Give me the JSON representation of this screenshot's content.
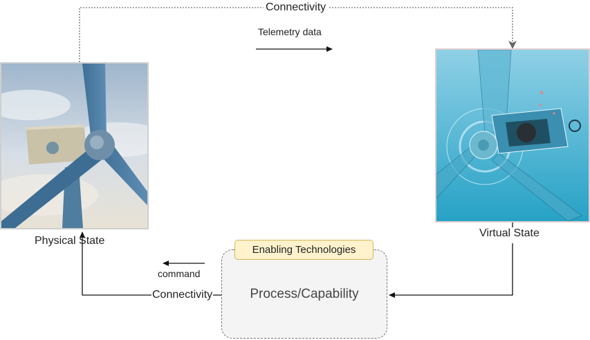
{
  "top_connection": {
    "label": "Connectivity"
  },
  "telemetry": {
    "label": "Telemetry data"
  },
  "physical": {
    "label": "Physical State",
    "image": "wind-turbine-photo"
  },
  "virtual": {
    "label": "Virtual State",
    "image": "digital-twin-turbine-render"
  },
  "command": {
    "label": "command"
  },
  "bottom_connection": {
    "label": "Connectivity"
  },
  "process": {
    "label": "Process/Capability",
    "tag": "Enabling Technologies"
  },
  "colors": {
    "tag_fill": "#fff2cc",
    "tag_border": "#d6b656",
    "process_fill": "#f4f4f4",
    "dotted_line": "#8a8a8a",
    "line": "#222222"
  }
}
